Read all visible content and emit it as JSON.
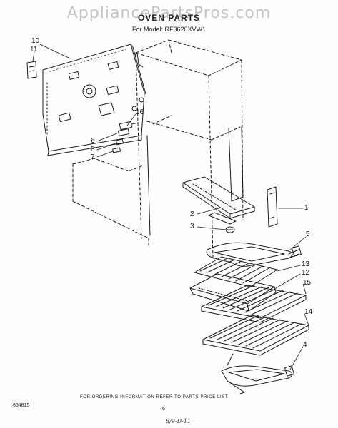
{
  "watermark": "AppliancePartsPros.com",
  "title": "OVEN PARTS",
  "model_line": "For Model: RF3620XVW1",
  "callouts": [
    "10",
    "11",
    "16",
    "6",
    "8",
    "7",
    "1",
    "2",
    "3",
    "5",
    "13",
    "12",
    "15",
    "14",
    "4"
  ],
  "footer_note": "FOR ORDERING INFORMATION REFER TO PARTS PRICE LIST",
  "doc_number": "864815",
  "page_number": "6",
  "signature": "8/9-D-11"
}
